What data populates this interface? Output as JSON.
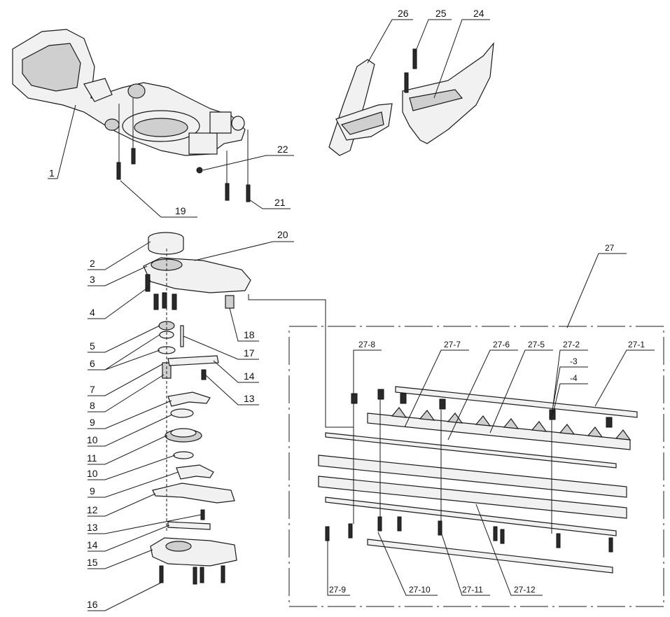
{
  "diagram": {
    "callouts": {
      "c1": "1",
      "c2": "2",
      "c3": "3",
      "c4": "4",
      "c5": "5",
      "c6": "6",
      "c7": "7",
      "c8": "8",
      "c9a": "9",
      "c9b": "9",
      "c10a": "10",
      "c10b": "10",
      "c11": "11",
      "c12": "12",
      "c13a": "13",
      "c13b": "13",
      "c14a": "14",
      "c14b": "14",
      "c15": "15",
      "c16": "16",
      "c17": "17",
      "c18": "18",
      "c19": "19",
      "c20": "20",
      "c21": "21",
      "c22": "22",
      "c24": "24",
      "c25": "25",
      "c26": "26",
      "c27": "27",
      "c27_1": "27-1",
      "c27_2": "27-2",
      "c27_3": "-3",
      "c27_4": "-4",
      "c27_5": "27-5",
      "c27_6": "27-6",
      "c27_7": "27-7",
      "c27_8": "27-8",
      "c27_9": "27-9",
      "c27_10": "27-10",
      "c27_11": "27-11",
      "c27_12": "27-12"
    }
  }
}
